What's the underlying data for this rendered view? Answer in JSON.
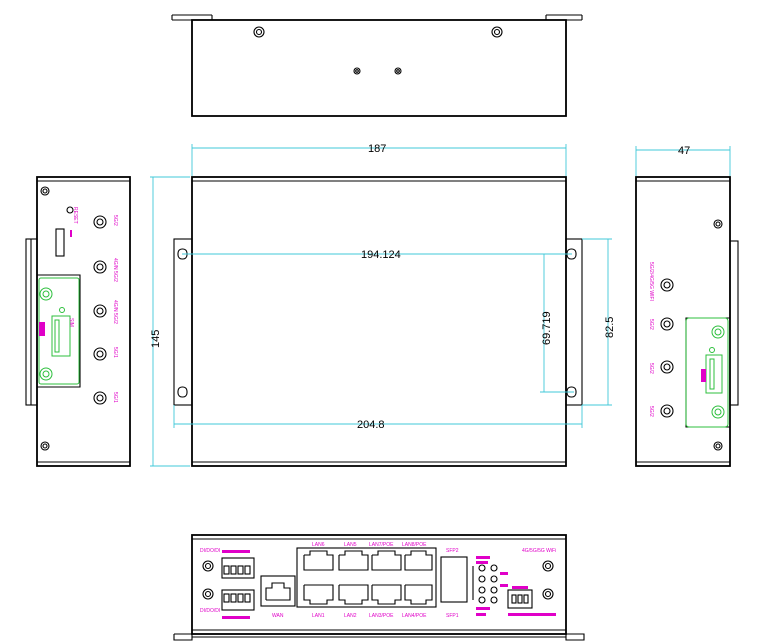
{
  "dimensions": {
    "width_top": "187",
    "depth_side": "47",
    "height_front": "145",
    "hole_span": "194.124",
    "hole_vertical": "69.719",
    "bracket_vertical": "82.5",
    "bracket_span": "204.8"
  },
  "left_panel": {
    "ant_labels": [
      "5G/2",
      "4G/N 5G/2",
      "4G/N 5G/2",
      "5G/1",
      "5G/1"
    ],
    "reset_label": "RESET",
    "sim_label": "SIM"
  },
  "right_panel": {
    "ant_labels": [
      "5G/2/4G/5G WIFI",
      "5G/2",
      "5G/2",
      "5G/2"
    ]
  },
  "bottom_panel": {
    "dio_top": "DI/DO/DI",
    "dio_bottom": "DI/DO/DI",
    "wan": "WAN",
    "lan_top": [
      "LAN6",
      "LAN5",
      "LAN7/POE",
      "LAN8/POE"
    ],
    "lan_bottom": [
      "LAN1",
      "LAN2",
      "LAN3/POE",
      "LAN4/POE"
    ],
    "sfp_top": "SFP2",
    "sfp_bottom": "SFP1",
    "wifi_label": "4G/5G/5G WiFi"
  },
  "colors": {
    "outline": "#000000",
    "dimension": "#40c8d8",
    "label": "#e000c8",
    "sim_slot": "#2cbf3c"
  }
}
